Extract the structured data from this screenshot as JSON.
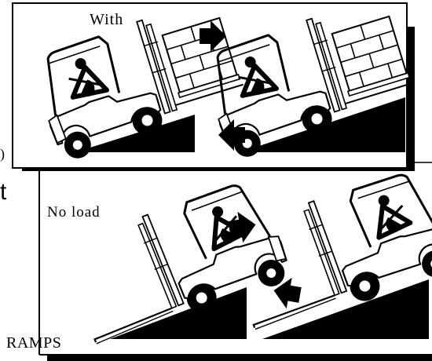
{
  "panels": {
    "top": {
      "label": "With"
    },
    "bottom": {
      "label": "No load"
    }
  },
  "caption": "RAMPS",
  "edge_fragments": {
    "paren": ")",
    "letter": "t"
  },
  "colors": {
    "ink": "#000000",
    "paper": "#ffffff"
  }
}
